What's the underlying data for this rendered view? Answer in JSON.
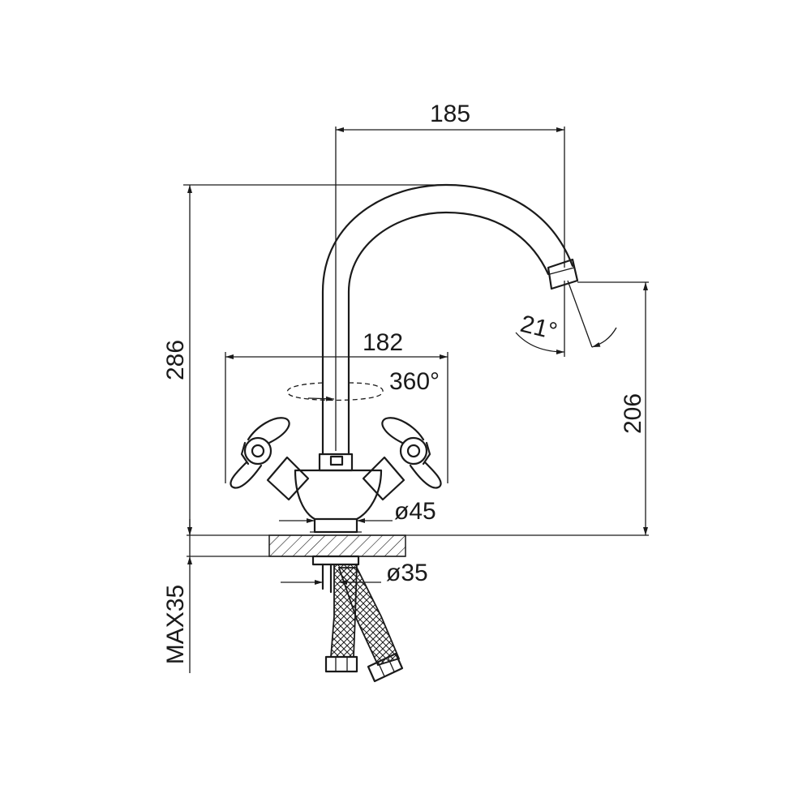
{
  "diagram": {
    "dimensions": {
      "spout_reach": "185",
      "total_height": "286",
      "spout_height": "206",
      "handle_span": "182",
      "rotation": "360°",
      "spout_angle": "21°",
      "base_diameter": "ø45",
      "shank_diameter": "ø35",
      "max_thickness": "MAX35"
    },
    "colors": {
      "line": "#1a1a1a",
      "background": "#ffffff"
    }
  }
}
